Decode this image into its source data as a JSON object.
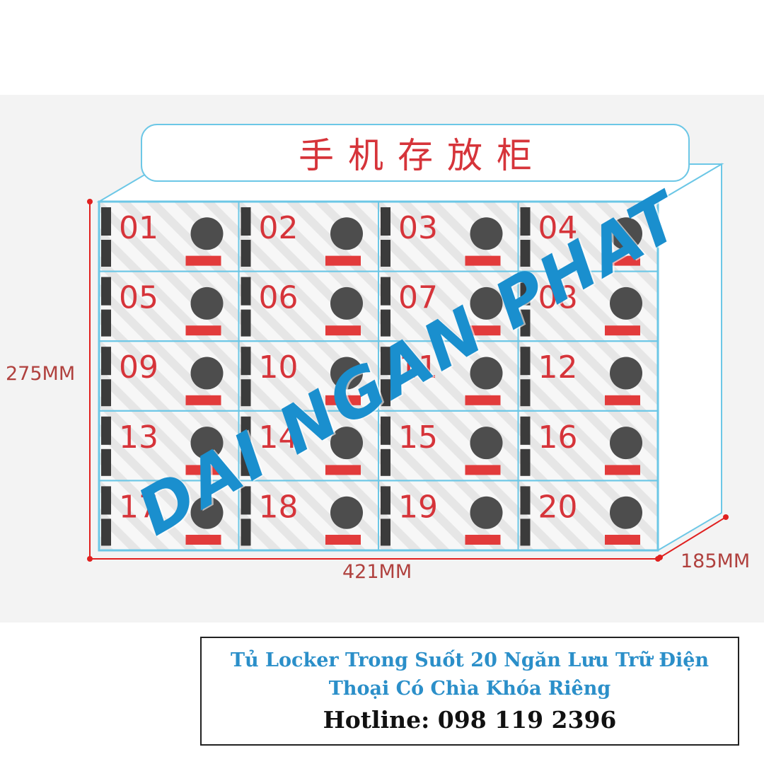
{
  "cabinet": {
    "sign_title": "手机存放柜",
    "columns": 4,
    "compartments": [
      "01",
      "02",
      "03",
      "04",
      "05",
      "06",
      "07",
      "08",
      "09",
      "10",
      "11",
      "12",
      "13",
      "14",
      "15",
      "16",
      "17",
      "18",
      "19",
      "20"
    ],
    "colors": {
      "frame": "#6cc7e6",
      "number": "#d6343a",
      "lock_red": "#e23b3b",
      "knob": "#4d4d4d",
      "hinge": "#3b3b3b"
    }
  },
  "dimensions": {
    "height": "275MM",
    "width": "421MM",
    "depth": "185MM",
    "line_color": "#e0201f"
  },
  "watermark": {
    "text": "DAI NGAN PHAT",
    "color": "#1a8fce"
  },
  "caption": {
    "title": "Tủ Locker Trong Suốt 20 Ngăn Lưu Trữ Điện Thoại Có Chìa Khóa Riêng",
    "hotline": "Hotline: 098 119 2396"
  }
}
